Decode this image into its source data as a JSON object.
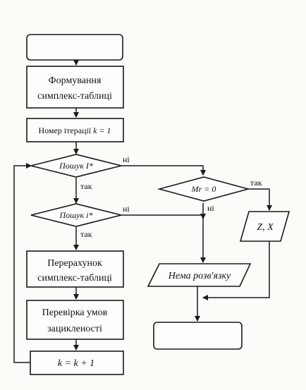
{
  "diagram": {
    "nodes": {
      "start": "",
      "form_table_l1": "Формування",
      "form_table_l2": "симплекс-таблиці",
      "iter_prefix": "Номер ітерації ",
      "iter_formula": "k = 1",
      "search_I": "Пошук I*",
      "search_i": "Пошук i*",
      "m_cond": "Mr = 0",
      "zx": "Z, X",
      "recalc_l1": "Перерахунок",
      "recalc_l2": "симплекс-таблиці",
      "no_solution": "Нема розв'язку",
      "check_l1": "Перевірка умов",
      "check_l2": "зацикленості",
      "increment": "k = k + 1",
      "end": ""
    },
    "edge_labels": {
      "search_I_no": "ні",
      "search_I_yes": "так",
      "search_i_no": "ні",
      "search_i_yes": "так",
      "m_yes": "так",
      "m_no": "ні"
    }
  }
}
